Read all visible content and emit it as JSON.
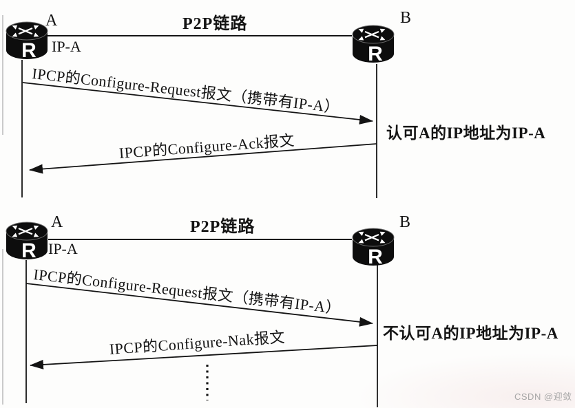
{
  "router_glyph": "R",
  "watermark": "CSDN @迎敛",
  "colors": {
    "ink": "#141414",
    "router_fill": "#0d0d0d",
    "watermark_gray": "#a6a6a6"
  },
  "diagrams": [
    {
      "endpoint_a": {
        "name": "A",
        "ip": "IP-A"
      },
      "endpoint_b": {
        "name": "B"
      },
      "link_label": "P2P链路",
      "messages": [
        {
          "label": "IPCP的Configure-Request报文（携带有IP-A）",
          "from": "A",
          "to": "B"
        },
        {
          "label": "IPCP的Configure-Ack报文",
          "from": "B",
          "to": "A"
        }
      ],
      "annotation": "认可A的IP地址为IP-A"
    },
    {
      "endpoint_a": {
        "name": "A",
        "ip": "IP-A"
      },
      "endpoint_b": {
        "name": "B"
      },
      "link_label": "P2P链路",
      "messages": [
        {
          "label": "IPCP的Configure-Request报文（携带有IP-A）",
          "from": "A",
          "to": "B"
        },
        {
          "label": "IPCP的Configure-Nak报文",
          "from": "B",
          "to": "A"
        }
      ],
      "annotation": "不认可A的IP地址为IP-A",
      "continuation": "⋮"
    }
  ]
}
